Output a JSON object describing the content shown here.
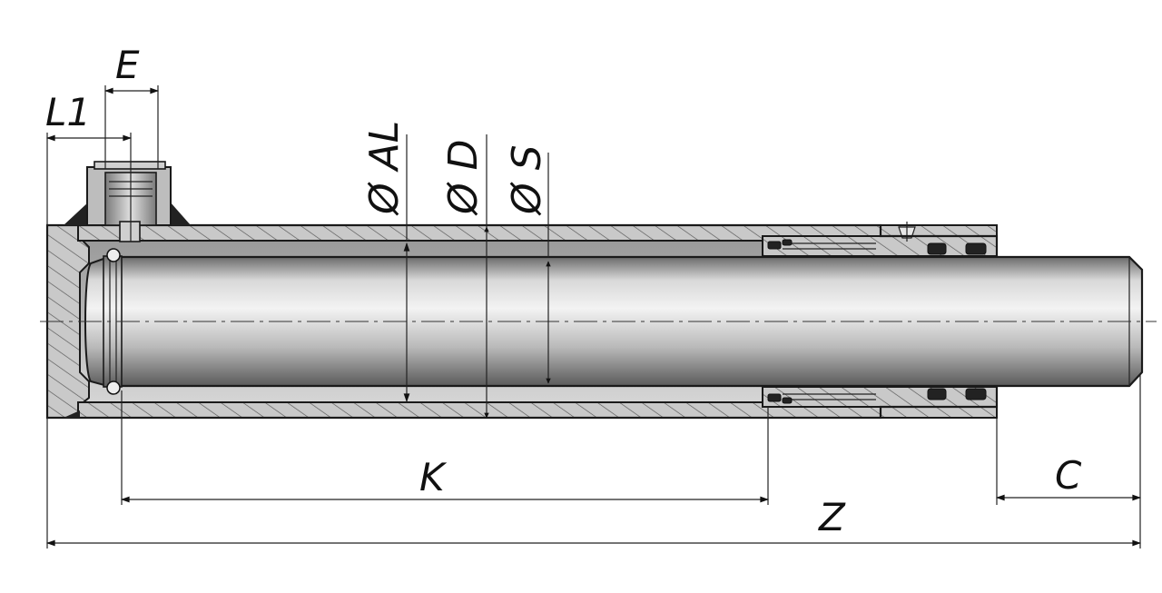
{
  "drawing": {
    "title": "",
    "dimension_labels": {
      "E": "E",
      "L1": "L1",
      "AL": "Ø AL",
      "D": "Ø D",
      "S": "Ø S",
      "K": "K",
      "C": "C",
      "Z": "Z"
    }
  }
}
